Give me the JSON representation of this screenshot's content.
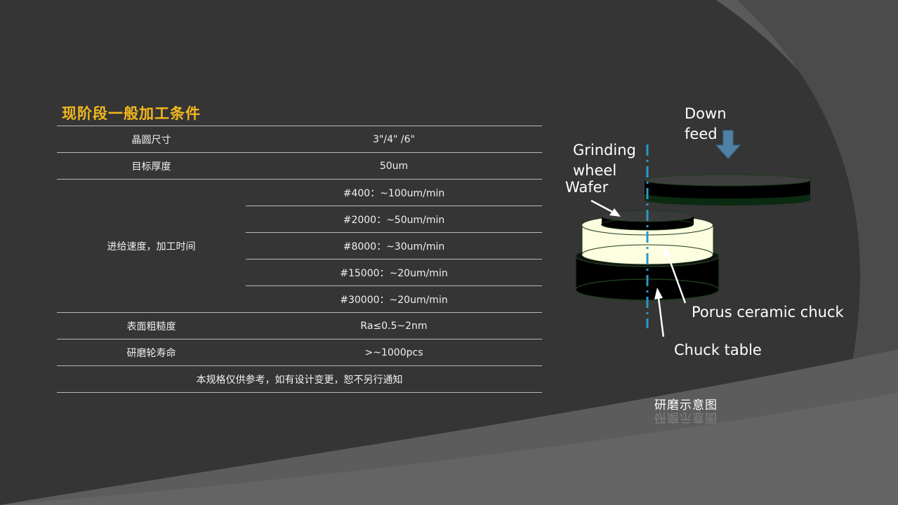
{
  "title": "现阶段一般加工条件",
  "spec_table": {
    "rows": [
      {
        "label": "晶圆尺寸",
        "value": "3\"/4\" /6\""
      },
      {
        "label": "目标厚度",
        "value": "50um"
      },
      {
        "label": "进给速度，加工时间",
        "values": [
          "#400：~100um/min",
          "#2000：~50um/min",
          "#8000：~30um/min",
          "#15000：~20um/min",
          "#30000：~20um/min"
        ]
      },
      {
        "label": "表面粗糙度",
        "value": "Ra≤0.5~2nm"
      },
      {
        "label": "研磨轮寿命",
        "value": ">~1000pcs"
      }
    ],
    "note": "本规格仅供参考，如有设计变更，恕不另行通知"
  },
  "diagram": {
    "labels": {
      "down_feed_1": "Down",
      "down_feed_2": "feed",
      "grinding_wheel_1": "Grinding",
      "grinding_wheel_2": "wheel",
      "wafer": "Wafer",
      "porus": "Porus ceramic chuck",
      "chuck_table": "Chuck table"
    },
    "caption": "研磨示意图"
  },
  "colors": {
    "background": "#353535",
    "title": "#f3b81c",
    "arrow": "#4f81a6",
    "ceramic": "#fdfde0",
    "axis": "#2c97c9"
  }
}
